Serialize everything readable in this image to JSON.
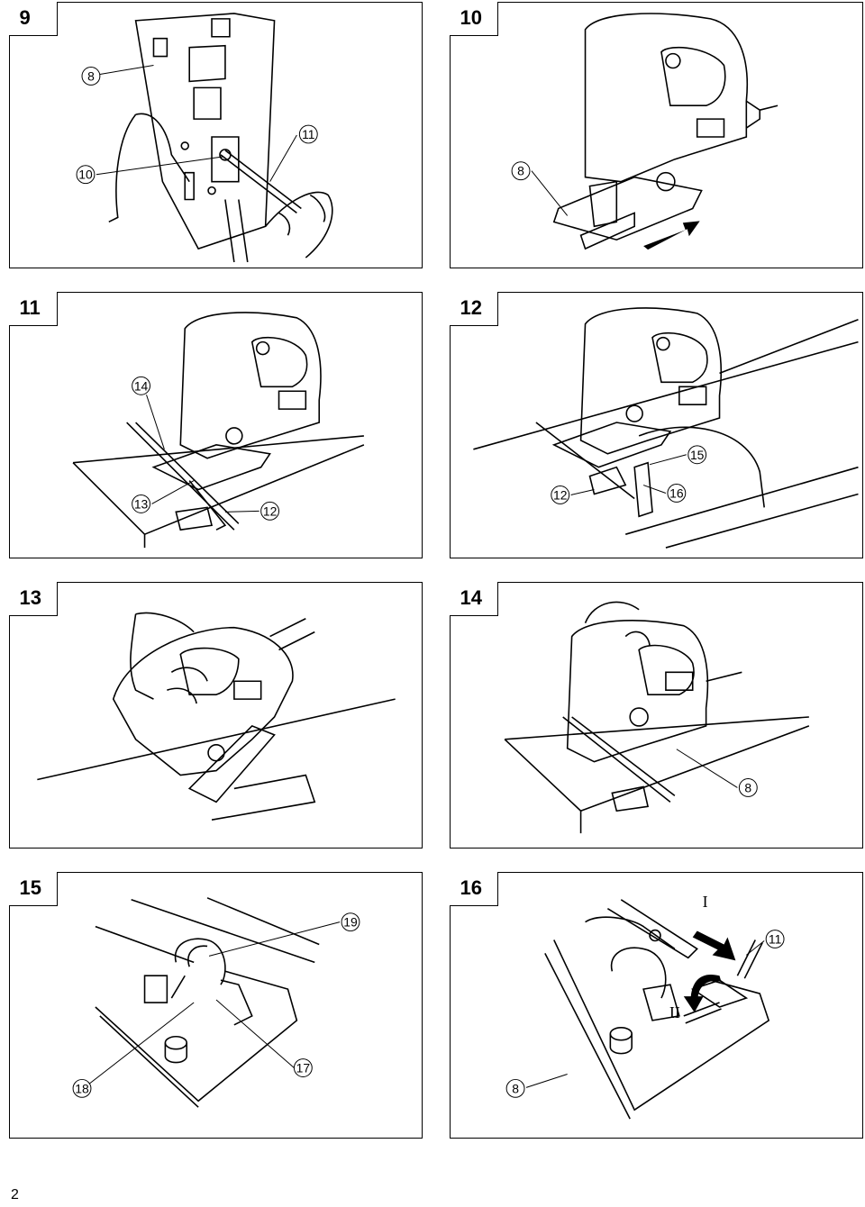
{
  "figures": [
    {
      "number": "9",
      "callouts": [
        "8",
        "10",
        "11"
      ]
    },
    {
      "number": "10",
      "callouts": [
        "8"
      ]
    },
    {
      "number": "11",
      "callouts": [
        "14",
        "13",
        "12"
      ]
    },
    {
      "number": "12",
      "callouts": [
        "15",
        "12",
        "16"
      ]
    },
    {
      "number": "13",
      "callouts": []
    },
    {
      "number": "14",
      "callouts": [
        "8"
      ]
    },
    {
      "number": "15",
      "callouts": [
        "19",
        "18",
        "17"
      ]
    },
    {
      "number": "16",
      "callouts": [
        "I",
        "11",
        "II",
        "8"
      ]
    }
  ],
  "page_number": "2"
}
